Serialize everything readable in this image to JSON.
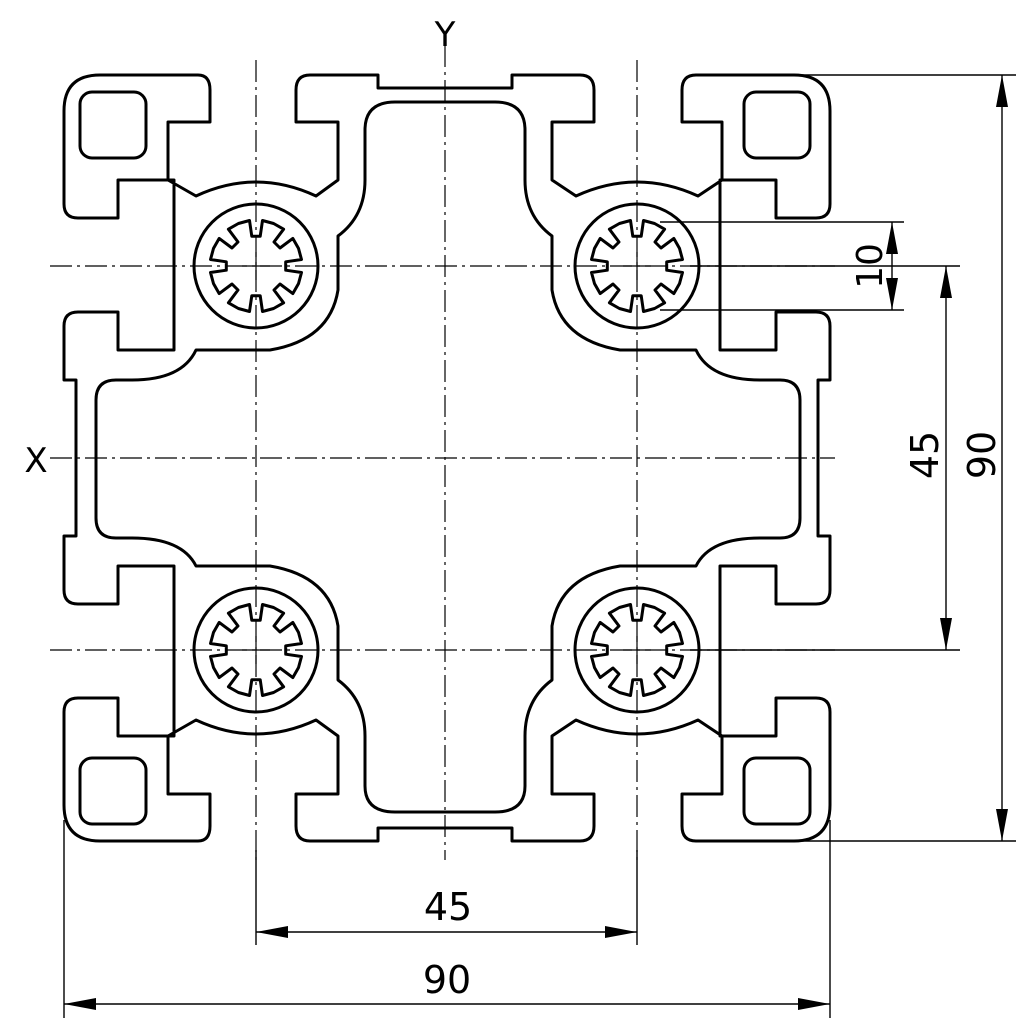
{
  "axes": {
    "x_label": "X",
    "y_label": "Y"
  },
  "dimensions": {
    "overall_width": "90",
    "hole_spacing_horizontal": "45",
    "overall_height": "90",
    "hole_spacing_vertical": "45",
    "slot_width": "10"
  }
}
